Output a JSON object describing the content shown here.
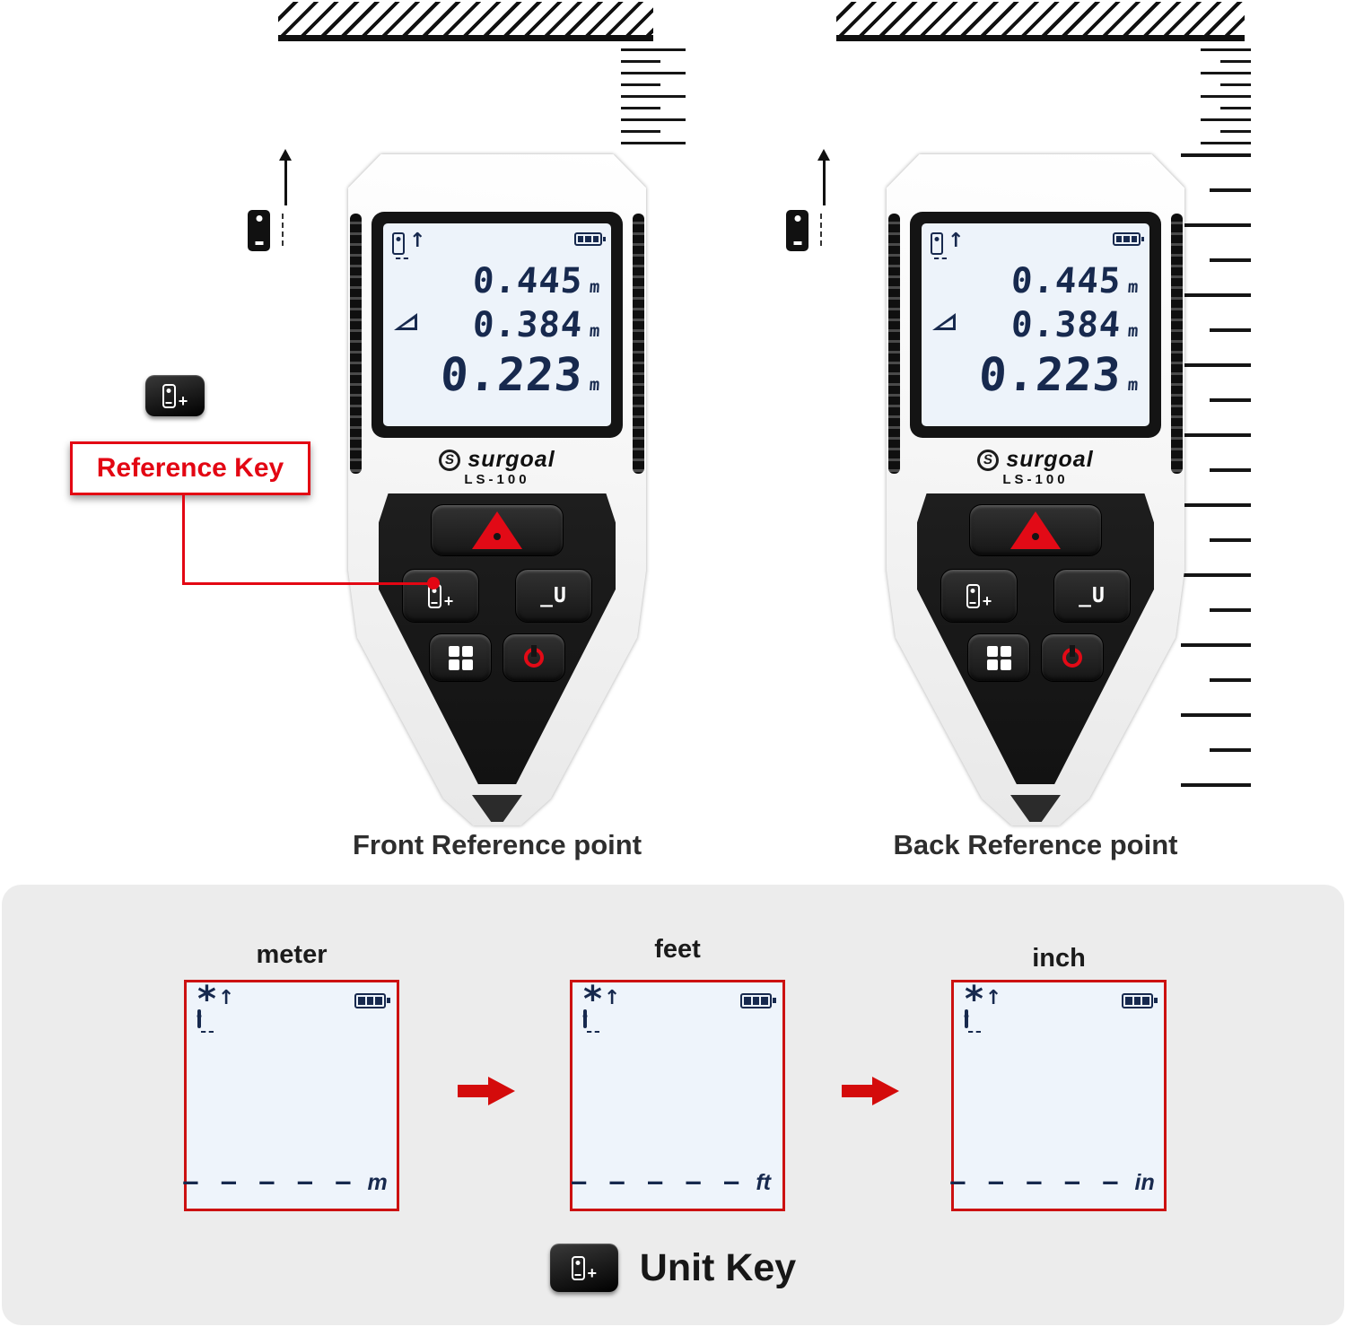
{
  "scene": {
    "front_caption": "Front Reference point",
    "back_caption": "Back Reference point",
    "reference_key_label": "Reference Key"
  },
  "device": {
    "brand": "surgoal",
    "model": "LS-100",
    "readings": [
      {
        "value": "0.445",
        "unit": "m"
      },
      {
        "value": "0.384",
        "unit": "m"
      },
      {
        "value": "0.223",
        "unit": "m"
      }
    ],
    "unit_button_label": "_U"
  },
  "unit_screens": {
    "screens": [
      {
        "label": "meter",
        "dashes": "– – – – –",
        "unit": "m"
      },
      {
        "label": "feet",
        "dashes": "– – – – –",
        "unit": "ft"
      },
      {
        "label": "inch",
        "dashes": "– – – – –",
        "unit": "in"
      }
    ],
    "footer_label": "Unit Key"
  },
  "icons": {
    "measure_button": "laser-triangle-icon",
    "reference_button": "device-plus-icon",
    "menu_button": "grid-2x2-icon",
    "power_button": "power-ring-icon",
    "battery": "battery-full-icon",
    "laser_reference": "device-up-arrow-icon",
    "angle": "corner-triangle-icon",
    "unit_change_arrow": "red-arrow-icon"
  },
  "colors": {
    "accent_red": "#e30613",
    "arrow_red": "#d40b0b",
    "lcd_bg": "#edf3fa",
    "lcd_ink": "#17294e",
    "panel_bg": "#ececec",
    "screen_border": "#cc1111"
  }
}
